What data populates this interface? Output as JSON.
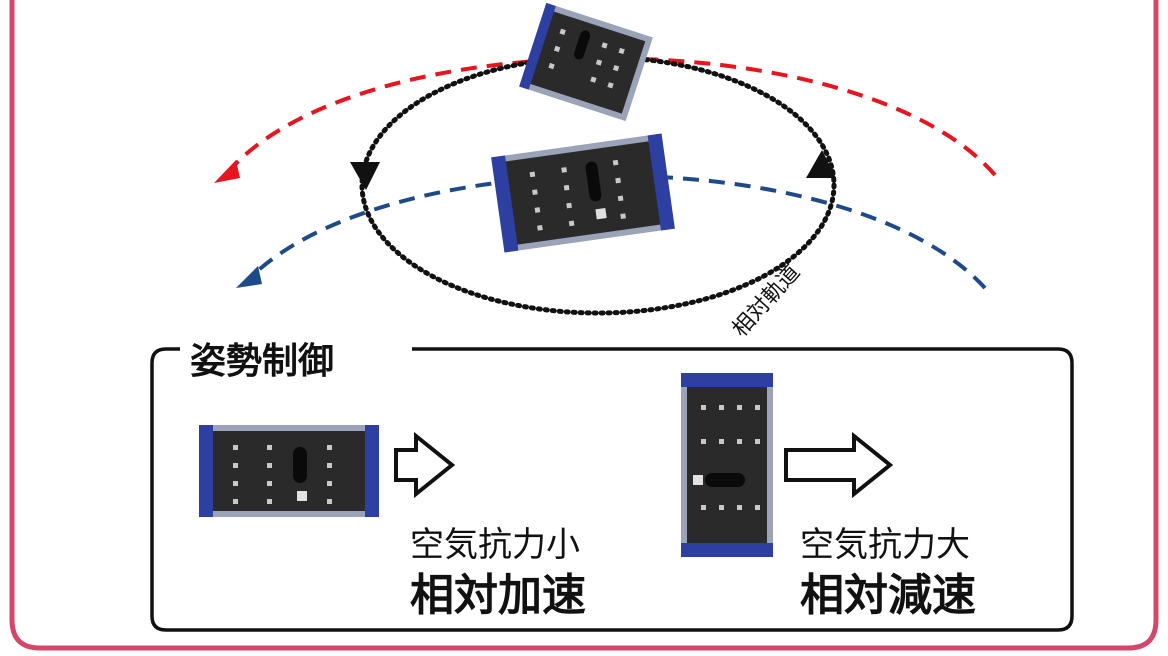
{
  "panel": {
    "title": "姿勢制御",
    "left_drag_label": "空気抗力小",
    "left_result_label": "相対加速",
    "right_drag_label": "空気抗力大",
    "right_result_label": "相対減速"
  },
  "orbit": {
    "relative_orbit_label": "相対軌道"
  },
  "colors": {
    "frame": "#d6456a",
    "upper_orbit": "#e8141e",
    "lower_orbit": "#1e4a8a",
    "relative_orbit": "#111111",
    "satellite_panel": "#2a2a2a",
    "satellite_frame": "#9aa3b8",
    "satellite_board": "#2d3fa0"
  },
  "icons": {
    "satellite": "cubesat-icon",
    "arrow": "hollow-right-arrow-icon"
  }
}
